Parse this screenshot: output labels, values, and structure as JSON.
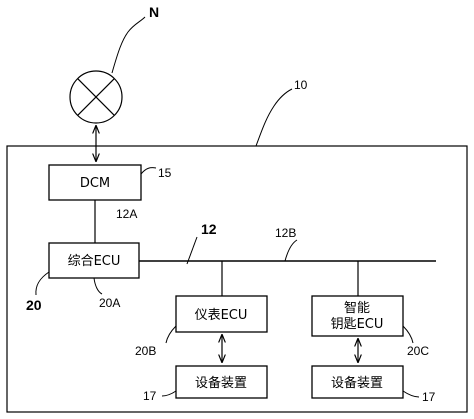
{
  "labels": {
    "network": "N",
    "system": "10",
    "dcm_ref": "15",
    "line_12a": "12A",
    "bus": "12",
    "line_12b": "12B",
    "ecu_20": "20",
    "ecu_20a": "20A",
    "ecu_20b": "20B",
    "ecu_20c": "20C",
    "device_left_ref": "17",
    "device_right_ref": "17"
  },
  "boxes": {
    "dcm": "DCM",
    "integrated_ecu": "综合ECU",
    "meter_ecu": "仪表ECU",
    "smart_key_ecu_line1": "智能",
    "smart_key_ecu_line2": "钥匙ECU",
    "device_left": "设备装置",
    "device_right": "设备装置"
  }
}
